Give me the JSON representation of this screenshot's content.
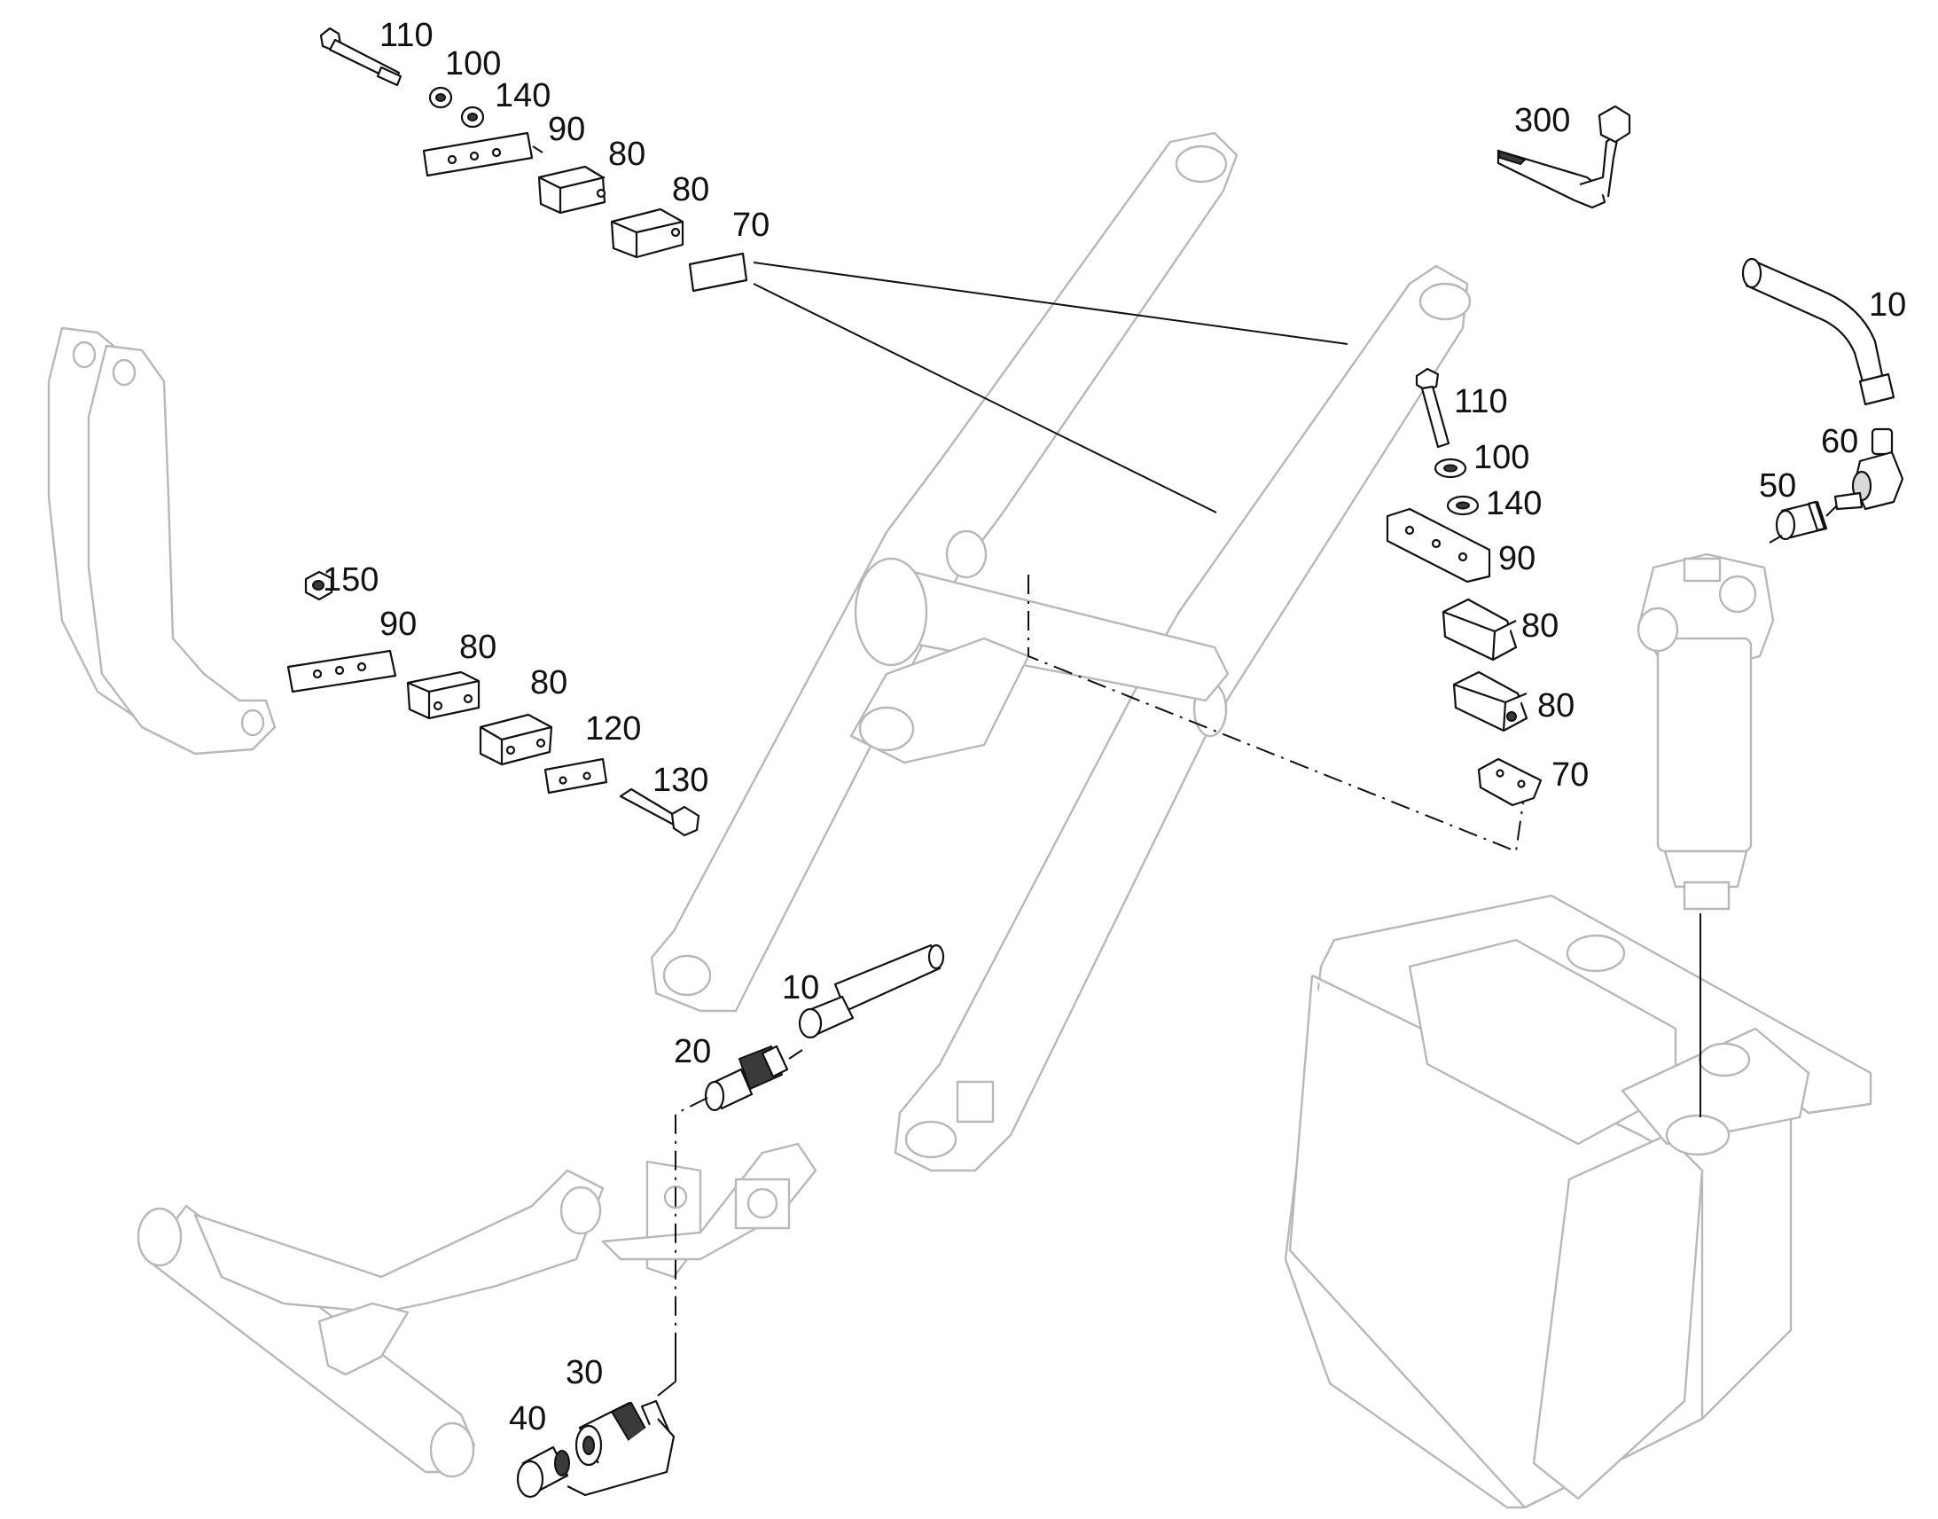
{
  "callouts": {
    "top_bolt": "110",
    "top_washer_a": "100",
    "top_washer_b": "140",
    "top_plate": "90",
    "top_clamp_a": "80",
    "top_clamp_b": "80",
    "top_cover": "70",
    "mid_bolt": "110",
    "mid_washer_a": "100",
    "mid_washer_b": "140",
    "mid_plate": "90",
    "mid_clamp_a": "80",
    "mid_clamp_b": "80",
    "mid_cover": "70",
    "left_nut": "150",
    "left_plate": "90",
    "left_clamp_a": "80",
    "left_clamp_b": "80",
    "left_cover": "120",
    "left_bolt": "130",
    "harness": "300",
    "hose_right": "10",
    "elbow": "60",
    "fitting_right": "50",
    "hose_bottom": "10",
    "adapter": "20",
    "coupler": "30",
    "dust_cap": "40"
  }
}
